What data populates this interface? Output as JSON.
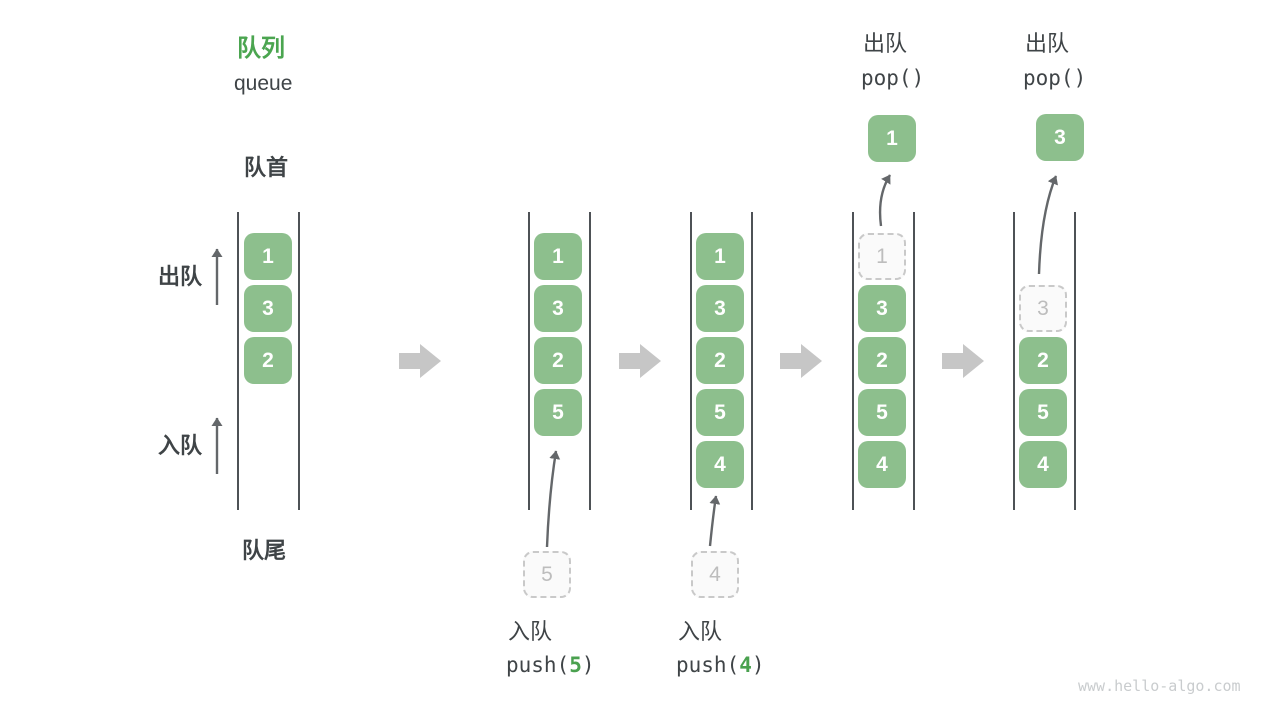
{
  "title": {
    "zh": "队列",
    "en": "queue"
  },
  "side_labels": {
    "front": "队首",
    "rear": "队尾",
    "dequeue": "出队",
    "enqueue": "入队"
  },
  "stages": [
    {
      "boxes": [
        "1",
        "3",
        "2"
      ]
    },
    {
      "boxes": [
        "1",
        "3",
        "2",
        "5"
      ],
      "incoming": "5",
      "op": {
        "label": "入队",
        "code_open": "push(",
        "arg": "5",
        "code_close": ")"
      }
    },
    {
      "boxes": [
        "1",
        "3",
        "2",
        "5",
        "4"
      ],
      "incoming": "4",
      "op": {
        "label": "入队",
        "code_open": "push(",
        "arg": "4",
        "code_close": ")"
      }
    },
    {
      "ghost": "1",
      "boxes": [
        "3",
        "2",
        "5",
        "4"
      ],
      "popped": "1",
      "op": {
        "label": "出队",
        "code": "pop()"
      }
    },
    {
      "ghost": "3",
      "boxes": [
        "2",
        "5",
        "4"
      ],
      "popped": "3",
      "op": {
        "label": "出队",
        "code": "pop()"
      }
    }
  ],
  "colors": {
    "accent_green": "#4BA550",
    "item_green": "#8DBF8D",
    "item_text": "#FFFFFF",
    "dark_text": "#3F4447",
    "ghost_gray": "#C9C9C9",
    "small_arrow_gray": "#64676A",
    "block_arrow_gray": "#C6C6C6",
    "rail_gray": "#4E5256",
    "watermark_gray": "#C9CCCE"
  },
  "watermark": "www.hello-algo.com"
}
